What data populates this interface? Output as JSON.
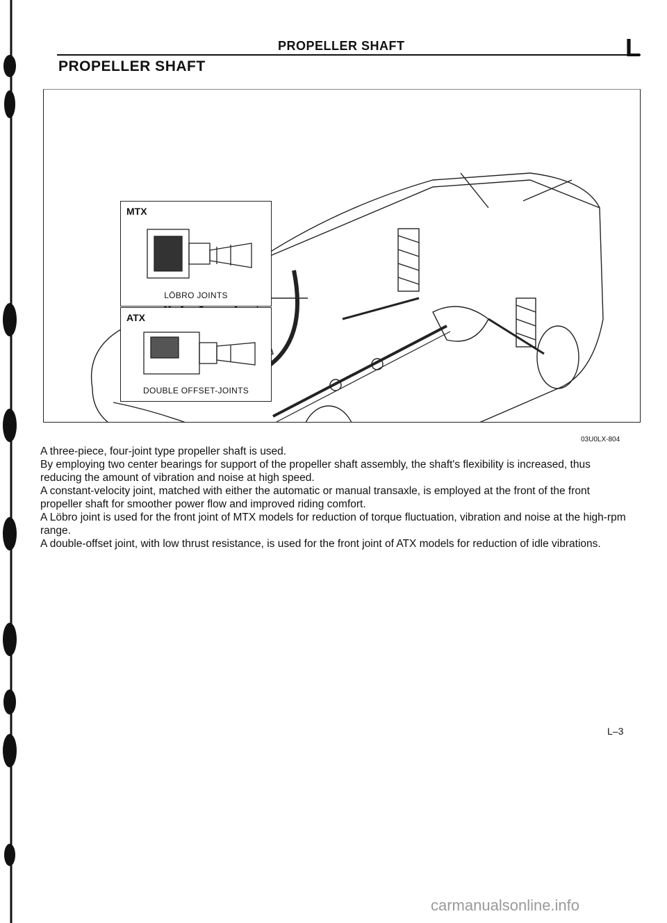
{
  "header": {
    "running_head": "PROPELLER SHAFT",
    "chapter_letter": "L"
  },
  "section_title": "PROPELLER SHAFT",
  "figure": {
    "insets": [
      {
        "label": "MTX",
        "caption": "LÖBRO JOINTS"
      },
      {
        "label": "ATX",
        "caption": "DOUBLE OFFSET-JOINTS"
      }
    ],
    "code": "03U0LX-804"
  },
  "body": {
    "paragraphs": [
      "A three-piece, four-joint type propeller shaft is used.",
      "By employing two center bearings for support of the propeller shaft assembly, the shaft's flexibility is increased, thus reducing the amount of vibration and noise at high speed.",
      "A constant-velocity joint, matched with either the automatic or manual transaxle, is employed at the front of the front propeller shaft for smoother power flow and improved riding comfort.",
      "A Löbro joint is used for the front joint of MTX models for reduction of torque fluctuation, vibration and noise at the high-rpm range.",
      "A double-offset joint, with low thrust resistance, is used for the front joint of ATX models for reduction of idle vibrations."
    ]
  },
  "footer": {
    "page_number": "L–3",
    "watermark": "carmanualsonline.info"
  }
}
